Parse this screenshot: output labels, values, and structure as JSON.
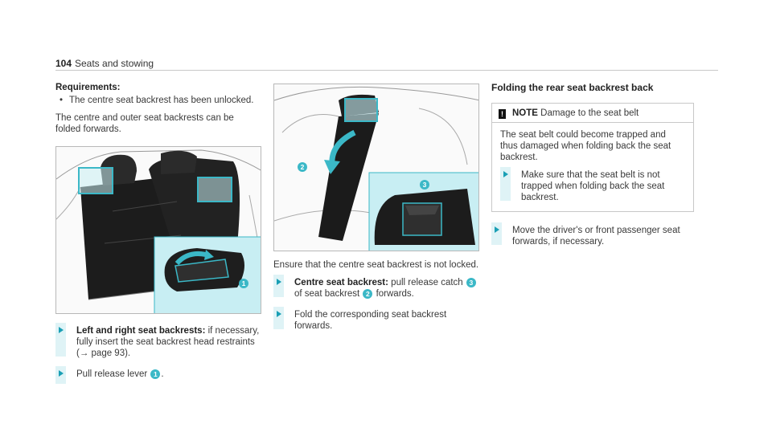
{
  "header": {
    "page_number": "104",
    "title": "Seats and stowing"
  },
  "col1": {
    "requirements_label": "Requirements:",
    "requirements": [
      "The centre seat backrest has been unlocked."
    ],
    "intro": "The centre and outer seat backrests can be folded forwards.",
    "step1_bold": "Left and right seat backrests:",
    "step1_text": " if necessary, fully insert the seat backrest head restraints (→ page 93).",
    "step2_text": "Pull release lever ",
    "step2_end": "."
  },
  "col2": {
    "intro": "Ensure that the centre seat backrest is not locked.",
    "step1_bold": "Centre seat backrest:",
    "step1_text_a": " pull release catch ",
    "step1_text_b": " of seat backrest ",
    "step1_text_c": " forwards.",
    "step2_text": "Fold the corresponding seat backrest forwards."
  },
  "col3": {
    "heading": "Folding the rear seat backrest back",
    "note_icon": "!",
    "note_label": "NOTE",
    "note_title": " Damage to the seat belt",
    "note_body": "The seat belt could become trapped and thus damaged when folding back the seat backrest.",
    "note_step": "Make sure that the seat belt is not trapped when folding back the seat backrest.",
    "step1_text": "Move the driver's or front passenger seat forwards, if necessary."
  },
  "callouts": {
    "n1": "1",
    "n2": "2",
    "n3": "3"
  },
  "colors": {
    "accent": "#3bb8c7",
    "highlight": "#c8eef3",
    "step_bar": "#dff3f6"
  }
}
